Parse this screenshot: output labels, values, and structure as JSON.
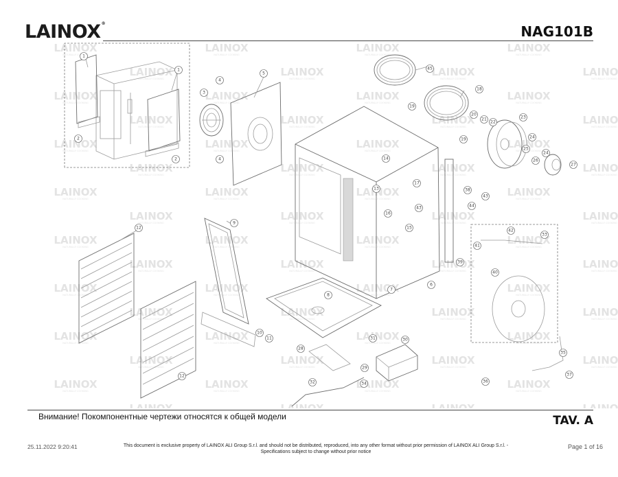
{
  "header": {
    "brand": "LAINOX",
    "model_code": "NAG101B"
  },
  "watermark": {
    "brand": "LAINOX",
    "tagline": "NATURALLY COOKING"
  },
  "drawing": {
    "callouts": [
      "1",
      "1",
      "2",
      "2",
      "3",
      "4",
      "4",
      "5",
      "6",
      "7",
      "8",
      "9",
      "10",
      "11",
      "12",
      "12",
      "13",
      "14",
      "15",
      "16",
      "17",
      "18",
      "19",
      "19",
      "20",
      "21",
      "22",
      "23",
      "24",
      "24",
      "25",
      "26",
      "27",
      "28",
      "29",
      "30",
      "31",
      "32",
      "33",
      "34",
      "35",
      "36",
      "37",
      "38",
      "39",
      "40",
      "41",
      "42",
      "43",
      "43",
      "44",
      "45"
    ]
  },
  "footer": {
    "notice": "Внимание! Покомпонентные чертежи относятся к общей модели",
    "sheet_label": "TAV. A",
    "date": "25.11.2022 9:20:41",
    "disclaimer_line1": "This document is exclusive property of LAINOX ALI Group S.r.l. and should not be distributed, reproduced, into any other format without prior permission of LAINOX ALI Group S.r.l. -",
    "disclaimer_line2": "Specifications subject to change without prior notice",
    "page": "Page 1 of 16"
  },
  "colors": {
    "text": "#1a1a1a",
    "watermark": "#e3e3e3",
    "line_art": "#9a9a9a"
  }
}
